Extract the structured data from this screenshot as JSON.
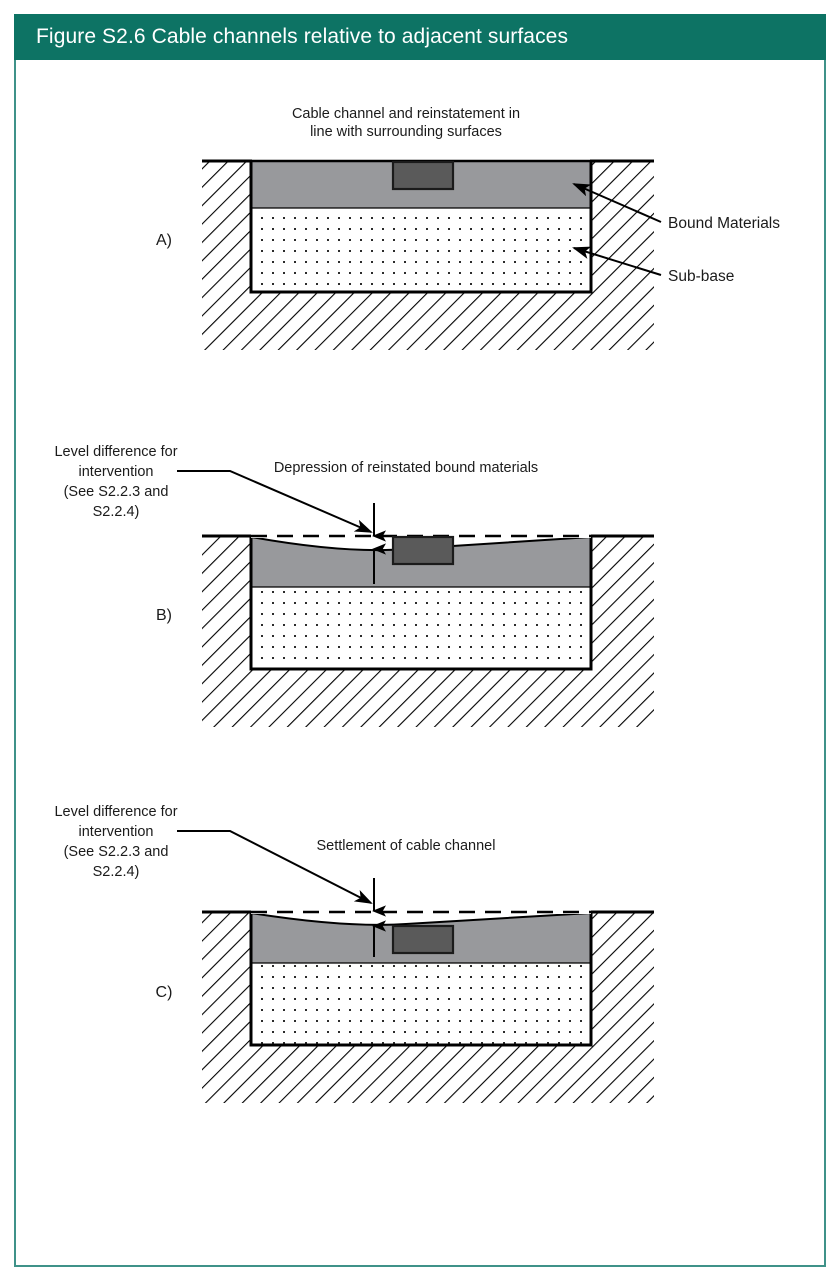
{
  "header": {
    "title": "Figure S2.6 Cable channels relative to adjacent surfaces",
    "background_color": "#0d7364",
    "text_color": "#ffffff"
  },
  "frame": {
    "border_color": "#3f9289"
  },
  "palette": {
    "bound_materials": "#98999c",
    "sub_base_fill": "#ffffff",
    "cable_channel": "#5a5a5a",
    "outline": "#000000",
    "hatch": "#000000"
  },
  "panels": [
    {
      "id": "A)",
      "caption_line1": "Cable channel and reinstatement in",
      "caption_line2": "line with surrounding surfaces",
      "condition": "flush",
      "labels": [
        {
          "name": "bound-materials",
          "text": "Bound Materials"
        },
        {
          "name": "sub-base",
          "text": "Sub-base"
        }
      ]
    },
    {
      "id": "B)",
      "caption_line1": "Depression of reinstated bound materials",
      "caption_line2": "",
      "condition": "depression",
      "level_note": {
        "line1": "Level difference for",
        "line2": "intervention",
        "line3": "(See S2.2.3 and",
        "line4": "S2.2.4)"
      }
    },
    {
      "id": "C)",
      "caption_line1": "Settlement of cable channel",
      "caption_line2": "",
      "condition": "settlement",
      "level_note": {
        "line1": "Level difference for",
        "line2": "intervention",
        "line3": "(See S2.2.3 and",
        "line4": "S2.2.4)"
      }
    }
  ],
  "chart_data": {
    "type": "diagram",
    "title": "Figure S2.6 Cable channels relative to adjacent surfaces",
    "description": "Three cross-sectional engineering drawings of a cable channel trench relative to adjacent road surfaces",
    "layers": [
      {
        "name": "Bound Materials",
        "fill": "#98999c",
        "order": 1
      },
      {
        "name": "Sub-base",
        "fill": "#ffffff",
        "pattern": "dotted",
        "order": 2
      },
      {
        "name": "Cable channel",
        "fill": "#5a5a5a",
        "order": 0
      },
      {
        "name": "Surrounding ground",
        "pattern": "diagonal-hatch",
        "order": 3
      }
    ],
    "cases": [
      {
        "id": "A)",
        "label": "Cable channel and reinstatement in line with surrounding surfaces",
        "level_difference": 0
      },
      {
        "id": "B)",
        "label": "Depression of reinstated bound materials",
        "level_difference": "non-zero"
      },
      {
        "id": "C)",
        "label": "Settlement of cable channel",
        "level_difference": "non-zero"
      }
    ]
  }
}
